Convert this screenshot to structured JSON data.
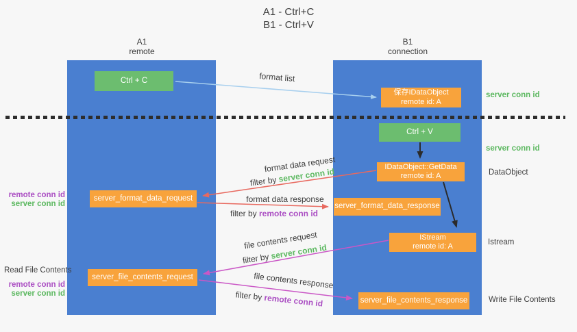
{
  "title": {
    "line1": "A1 - Ctrl+C",
    "line2": "B1 - Ctrl+V"
  },
  "lifelines": {
    "left": {
      "name": "A1",
      "role": "remote"
    },
    "right": {
      "name": "B1",
      "role": "connection"
    }
  },
  "nodes": {
    "ctrl_c": "Ctrl + C",
    "ctrl_v": "Ctrl + V",
    "save_dataobject": {
      "line1": "保存IDataObject",
      "line2": "remote id: A"
    },
    "getdata": {
      "line1": "IDataObject::GetData",
      "line2": "remote id: A"
    },
    "istream": {
      "line1": "IStream",
      "line2": "remote id: A"
    },
    "format_request": "server_format_data_request",
    "format_response": "server_format_data_response",
    "file_request": "server_file_contents_request",
    "file_response": "server_file_contents_response"
  },
  "edge_labels": {
    "format_list": "format list",
    "format_data_request": {
      "text": "format data request",
      "filter": "filter by ",
      "key": "server conn id"
    },
    "format_data_response": {
      "text": "format data response",
      "filter": "filter by ",
      "key": "remote conn id"
    },
    "file_contents_request": {
      "text": "file contents request",
      "filter": "filter by ",
      "key": "server conn id"
    },
    "file_contents_response": {
      "text": "file contents response",
      "filter": "filter by ",
      "key": "remote conn id"
    }
  },
  "side_labels": {
    "right_server_conn_1": "server conn id",
    "right_server_conn_2": "server conn id",
    "dataobject": "DataObject",
    "istream": "Istream",
    "write_file_contents": "Write File Contents",
    "read_file_contents": "Read File Contents",
    "left_remote_conn_1": "remote conn id",
    "left_server_conn_1": "server conn id",
    "left_remote_conn_2": "remote conn id",
    "left_server_conn_2": "server conn id"
  },
  "colors": {
    "background": "#f7f7f7",
    "lifeline_blue": "#4a7fd0",
    "node_green": "#6cbd6f",
    "node_orange": "#f8a33c",
    "green_text": "#5cb860",
    "purple_text": "#ab4fc3",
    "red_arrow": "#e8695f",
    "magenta_arrow": "#ca57c6",
    "light_blue_arrow": "#a7cfee",
    "black_arrow": "#2b2b2b",
    "dark_text": "#3c3c3c"
  }
}
